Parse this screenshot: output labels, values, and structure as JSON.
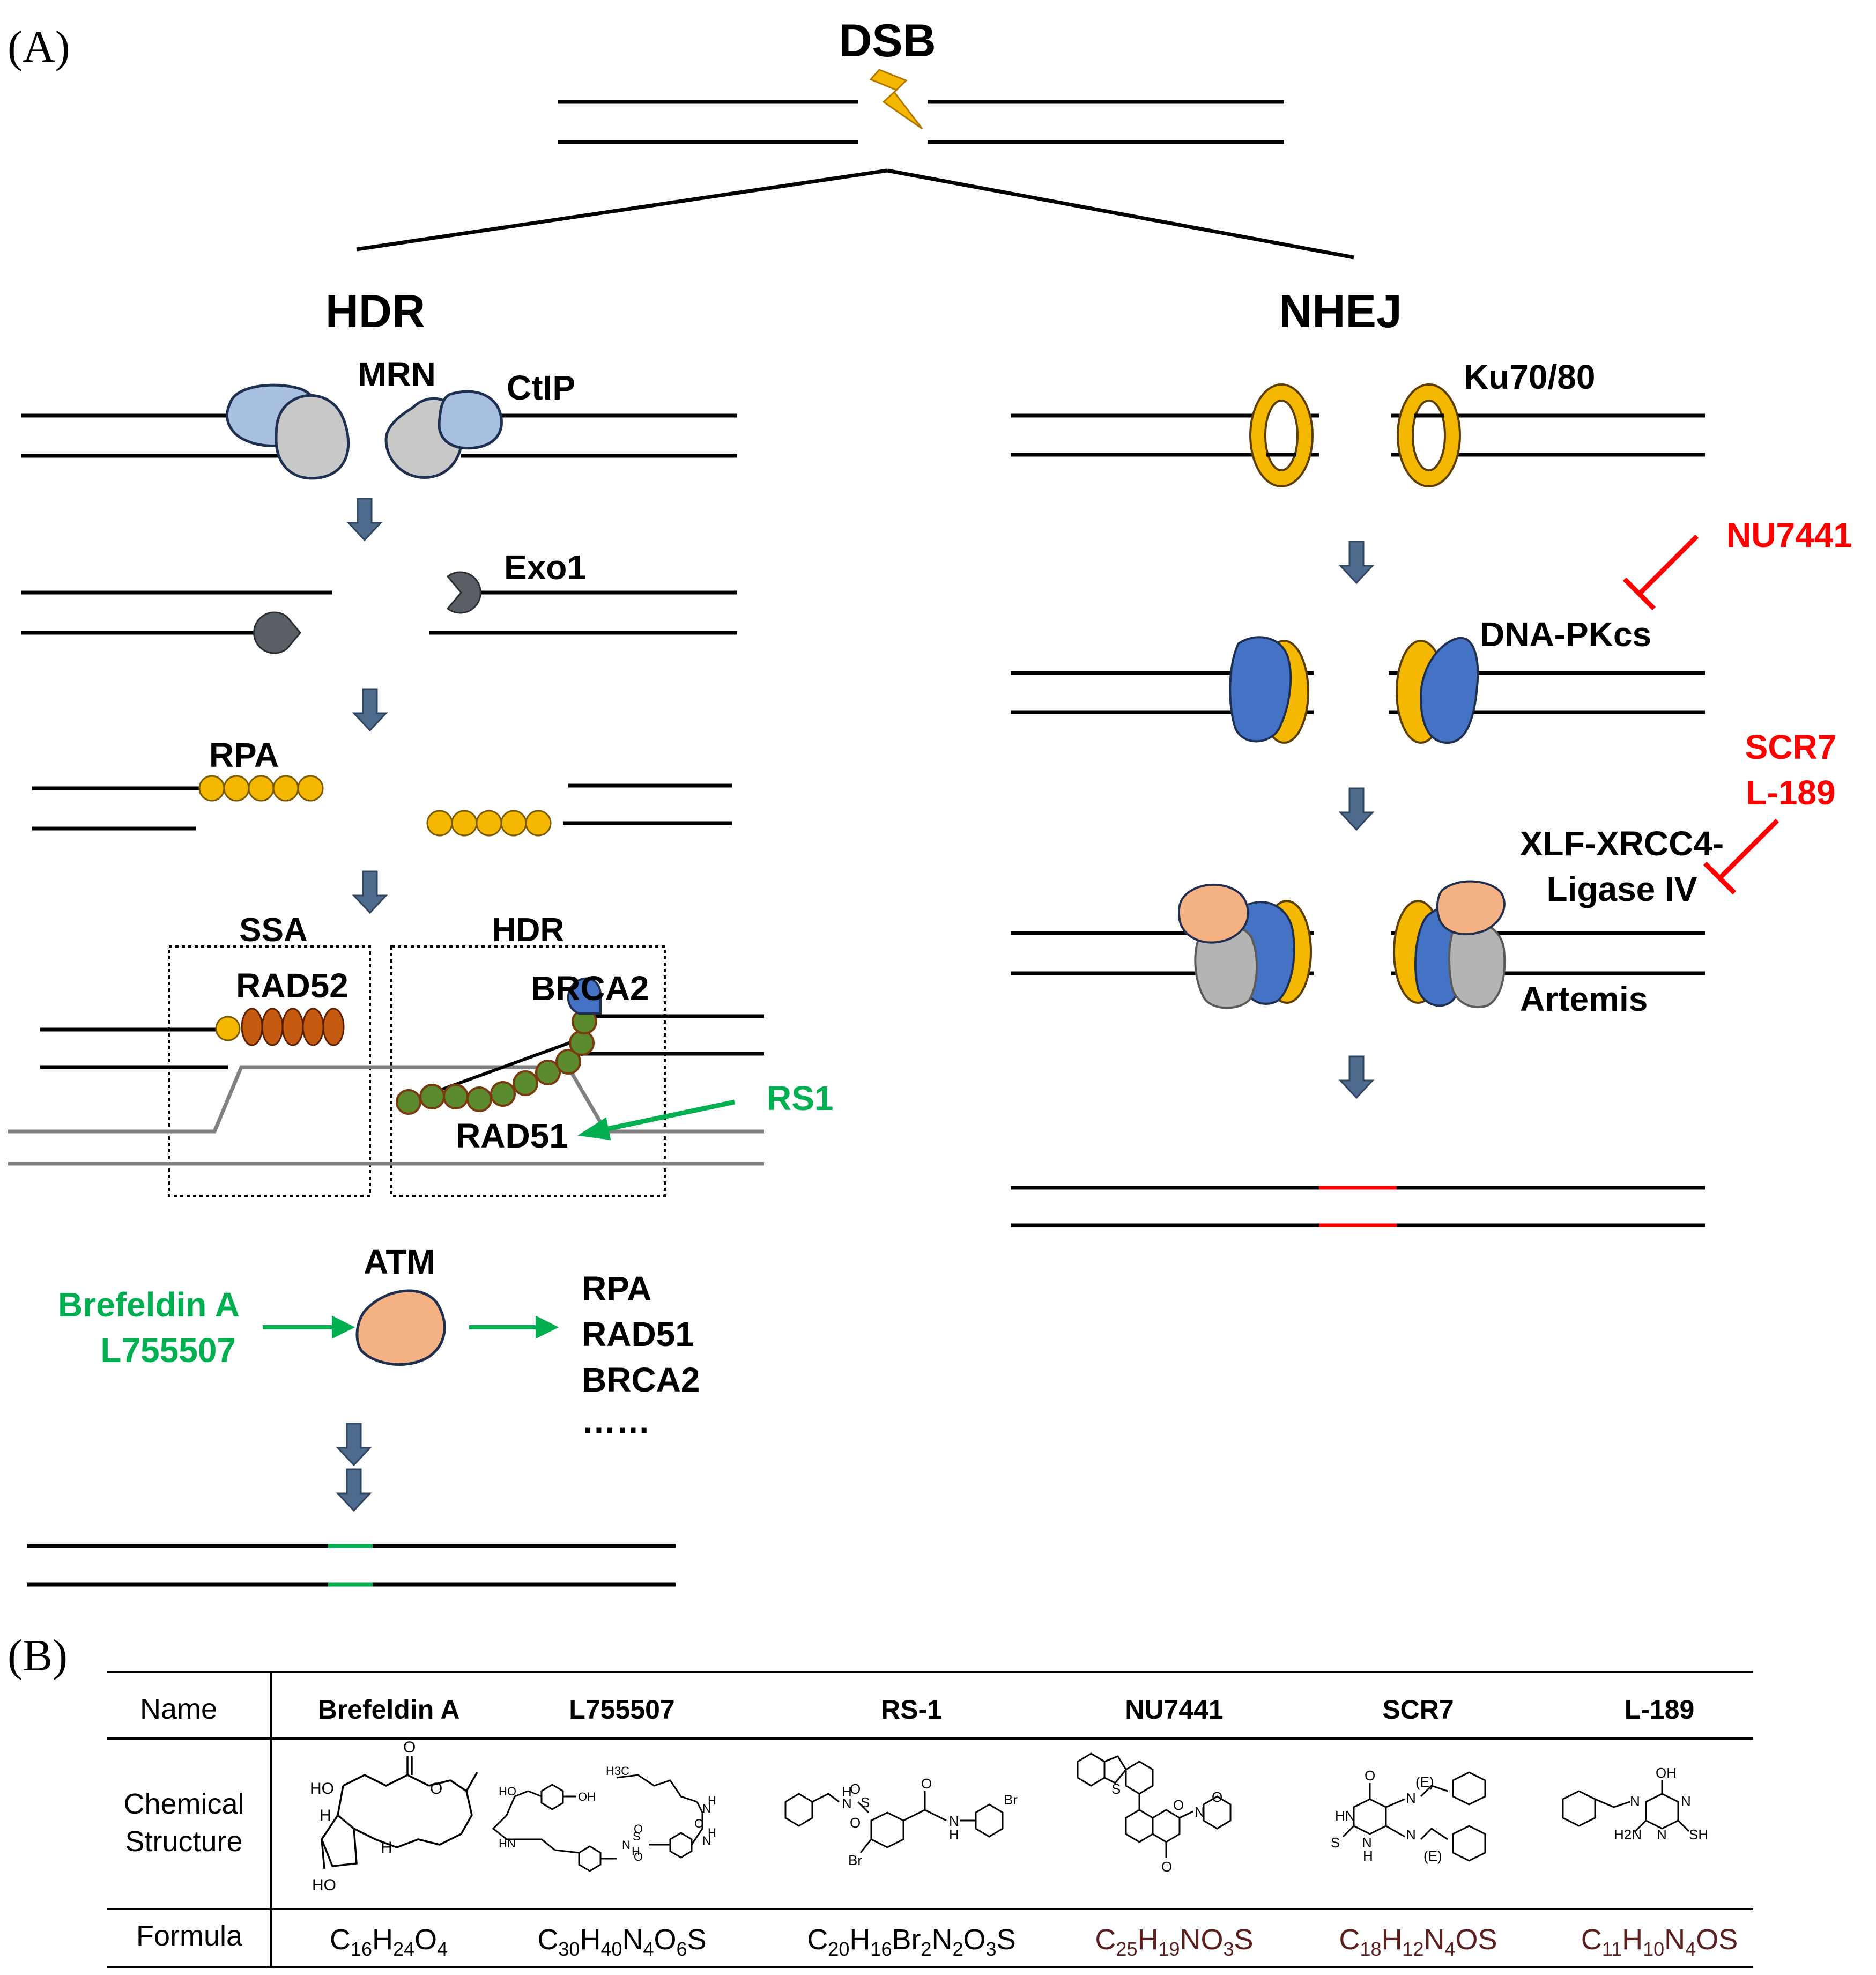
{
  "panel_a": {
    "panel_label": "(A)",
    "dsb_label": "DSB",
    "hdr_title": "HDR",
    "nhej_title": "NHEJ",
    "hdr_steps": {
      "mrn": "MRN",
      "ctip": "CtIP",
      "exo1": "Exo1",
      "rpa": "RPA",
      "ssa_box": "SSA",
      "hdr_box": "HDR",
      "rad52": "RAD52",
      "brca2": "BRCA2",
      "rad51": "RAD51",
      "rs1": "RS1",
      "atm": "ATM",
      "atm_activators_1": "Brefeldin A",
      "atm_activators_2": "L755507",
      "atm_targets": [
        "RPA",
        "RAD51",
        "BRCA2",
        "……"
      ]
    },
    "nhej_steps": {
      "ku": "Ku70/80",
      "dnapkcs": "DNA-PKcs",
      "nu7441": "NU7441",
      "scr7": "SCR7",
      "l189": "L-189",
      "ligase_1": "XLF-XRCC4-",
      "ligase_2": "Ligase IV",
      "artemis": "Artemis"
    }
  },
  "panel_b": {
    "panel_label": "(B)",
    "row_headers": {
      "name": "Name",
      "structure_1": "Chemical",
      "structure_2": "Structure",
      "formula": "Formula"
    },
    "compounds": [
      {
        "name": "Brefeldin A",
        "formula": [
          "C",
          "16",
          "H",
          "24",
          "O",
          "4"
        ]
      },
      {
        "name": "L755507",
        "formula": [
          "C",
          "30",
          "H",
          "40",
          "N",
          "4",
          "O",
          "6",
          "S",
          ""
        ]
      },
      {
        "name": "RS-1",
        "formula": [
          "C",
          "20",
          "H",
          "16",
          "Br",
          "2",
          "N",
          "2",
          "O",
          "3",
          "S",
          ""
        ]
      },
      {
        "name": "NU7441",
        "formula": [
          "C",
          "25",
          "H",
          "19",
          "NO",
          "3",
          "S",
          ""
        ]
      },
      {
        "name": "SCR7",
        "formula": [
          "C",
          "18",
          "H",
          "12",
          "N",
          "4",
          "OS",
          ""
        ]
      },
      {
        "name": "L-189",
        "formula": [
          "C",
          "11",
          "H",
          "10",
          "N",
          "4",
          "OS",
          ""
        ]
      }
    ],
    "structure_labels": {
      "brefeldin": [
        "HO",
        "O",
        "O",
        "H",
        "H",
        "HO"
      ],
      "l755507": [
        "HO",
        "OH",
        "HN",
        "H3C",
        "H",
        "N",
        "S",
        "O",
        "O",
        "N",
        "H",
        "N",
        "H",
        "O"
      ],
      "rs1": [
        "H",
        "N",
        "S",
        "O",
        "O",
        "O",
        "N",
        "H",
        "Br",
        "Br"
      ],
      "nu7441": [
        "S",
        "O",
        "N",
        "O",
        "O"
      ],
      "scr7": [
        "O",
        "HN",
        "N",
        "(E)",
        "S",
        "N",
        "H",
        "N",
        "(E)"
      ],
      "l189": [
        "OH",
        "N",
        "N",
        "H2N",
        "N",
        "SH"
      ]
    }
  },
  "colors": {
    "arrow_fill": "#4e6a8c",
    "hdr_protein_light": "#a7bfe0",
    "mrn_grey": "#c8c8c8",
    "ku_yellow": "#f5b800",
    "rpa_yellow": "#f5b800",
    "dnapk_blue": "#4472c4",
    "rad52_brown": "#c55a11",
    "rad51_green": "#5b8a2f",
    "atm_peach": "#f4b183",
    "green_text": "#00b050",
    "red_text": "#ff0000",
    "bolt": "#f5b800"
  }
}
